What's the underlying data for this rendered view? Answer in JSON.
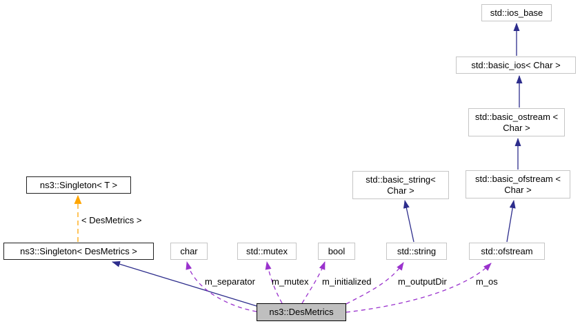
{
  "diagram": {
    "type": "class-collaboration-diagram",
    "focus_class": "ns3::DesMetrics",
    "nodes": {
      "ios_base": {
        "label": "std::ios_base"
      },
      "basic_ios": {
        "label": "std::basic_ios< Char >"
      },
      "basic_ostream": {
        "label": "std::basic_ostream < Char >"
      },
      "basic_string": {
        "label": "std::basic_string< Char >"
      },
      "basic_ofstream": {
        "label": "std::basic_ofstream < Char >"
      },
      "singleton_t": {
        "label": "ns3::Singleton< T >"
      },
      "singleton_desmetrics": {
        "label": "ns3::Singleton< DesMetrics >"
      },
      "char": {
        "label": "char"
      },
      "mutex": {
        "label": "std::mutex"
      },
      "bool": {
        "label": "bool"
      },
      "string": {
        "label": "std::string"
      },
      "ofstream": {
        "label": "std::ofstream"
      },
      "desmetrics": {
        "label": "ns3::DesMetrics"
      }
    },
    "edge_labels": {
      "template_args": "< DesMetrics >",
      "m_separator": "m_separator",
      "m_mutex": "m_mutex",
      "m_initialized": "m_initialized",
      "m_outputDir": "m_outputDir",
      "m_os": "m_os"
    },
    "edges": [
      {
        "from": "std::basic_ios< Char >",
        "to": "std::ios_base",
        "type": "inheritance"
      },
      {
        "from": "std::basic_ostream < Char >",
        "to": "std::basic_ios< Char >",
        "type": "inheritance"
      },
      {
        "from": "std::basic_ofstream < Char >",
        "to": "std::basic_ostream < Char >",
        "type": "inheritance"
      },
      {
        "from": "std::ofstream",
        "to": "std::basic_ofstream < Char >",
        "type": "inheritance"
      },
      {
        "from": "std::string",
        "to": "std::basic_string< Char >",
        "type": "inheritance"
      },
      {
        "from": "ns3::DesMetrics",
        "to": "ns3::Singleton< DesMetrics >",
        "type": "inheritance"
      },
      {
        "from": "ns3::Singleton< DesMetrics >",
        "to": "ns3::Singleton< T >",
        "type": "template-instantiation",
        "label": "< DesMetrics >"
      },
      {
        "from": "ns3::DesMetrics",
        "to": "char",
        "type": "usage",
        "label": "m_separator"
      },
      {
        "from": "ns3::DesMetrics",
        "to": "std::mutex",
        "type": "usage",
        "label": "m_mutex"
      },
      {
        "from": "ns3::DesMetrics",
        "to": "bool",
        "type": "usage",
        "label": "m_initialized"
      },
      {
        "from": "ns3::DesMetrics",
        "to": "std::string",
        "type": "usage",
        "label": "m_outputDir"
      },
      {
        "from": "ns3::DesMetrics",
        "to": "std::ofstream",
        "type": "usage",
        "label": "m_os"
      }
    ],
    "colors": {
      "inheritance_edge": "#2d2d8c",
      "usage_edge": "#9a32cd",
      "template_edge": "#ffa500",
      "node_border": "#c5c5c5",
      "documented_node_border": "#1f1f1f",
      "focus_node_fill": "#bfbfbf",
      "background": "#ffffff",
      "text": "#000000"
    }
  }
}
